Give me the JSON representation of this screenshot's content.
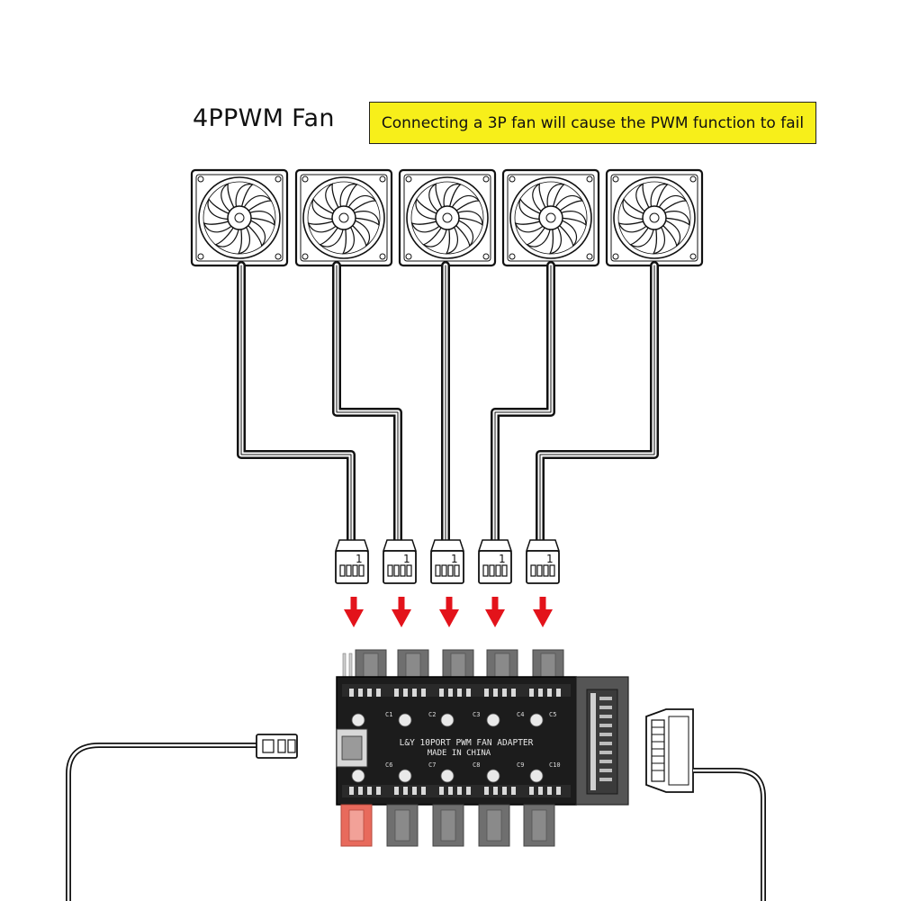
{
  "title": "4PPWM Fan",
  "warning": "Connecting a 3P fan will cause the PWM function to fail",
  "board": {
    "line1": "L&Y 10PORT PWM FAN ADAPTER",
    "line2": "MADE IN CHINA",
    "pin_mark": "1",
    "top_labels": [
      "C1",
      "C2",
      "C3",
      "C4",
      "C5"
    ],
    "bottom_labels": [
      "C6",
      "C7",
      "C8",
      "C9",
      "C10"
    ]
  },
  "colors": {
    "arrow": "#e3131b",
    "highlight": "#f7ef1a",
    "board": "#1c1c1c",
    "connector_top": "#6f6f6f",
    "connector_red": "#e86a5c"
  },
  "icons": {
    "fan": "fan-icon",
    "arrow": "down-arrow-icon",
    "connector": "fan-connector-icon",
    "hub": "pwm-hub-icon",
    "sata": "sata-power-icon"
  }
}
